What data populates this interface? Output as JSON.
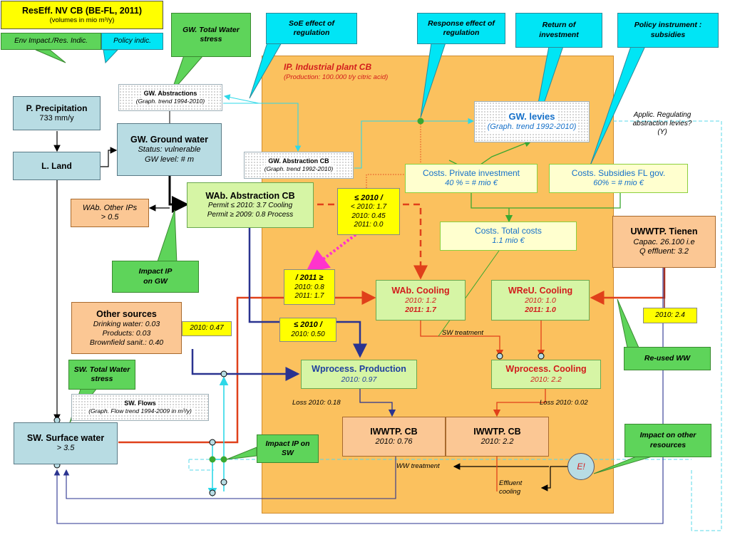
{
  "title": {
    "main": "ResEff. NV CB (BE-FL, 2011)",
    "sub": "(volumes in mio m³/y)"
  },
  "legend": {
    "env": "Env Impact./Res. Indic.",
    "policy": "Policy indic."
  },
  "plant": {
    "title": "IP. Industrial plant CB",
    "sub": "(Production: 100.000 t/y citric acid)"
  },
  "callouts": {
    "gw_stress": "GW. Total Water stress",
    "soe": "SoE effect of regulation",
    "response": "Response effect of regulation",
    "return": "Return of investment",
    "policy": "Policy instrument : subsidies",
    "sw_stress": "SW. Total Water stress",
    "impact_gw": "Impact IP on GW",
    "impact_sw": "Impact IP on SW",
    "reused": "Re-used WW",
    "impact_other": "Impact on other resources"
  },
  "precip": {
    "title": "P. Precipitation",
    "value": "733 mm/y"
  },
  "land": {
    "title": "L. Land"
  },
  "gw": {
    "title": "GW. Ground water",
    "status": "Status: vulnerable",
    "level": "GW level: # m"
  },
  "gw_abstractions": {
    "title": "GW. Abstractions",
    "sub": "(Graph. trend 1994-2010)"
  },
  "gw_abstraction_cb": {
    "title": "GW. Abstraction CB",
    "sub": "(Graph. trend 1992-2010)"
  },
  "gw_levies": {
    "title": "GW. levies",
    "sub": "(Graph. trend 1992-2010)"
  },
  "applic": {
    "line1": "Applic. Regulating",
    "line2": "abstraction levies?",
    "line3": "(Y)"
  },
  "costs_private": {
    "title": "Costs. Private investment",
    "value": "40 % = # mio €"
  },
  "costs_subsidies": {
    "title": "Costs. Subsidies FL gov.",
    "value": "60% = # mio €"
  },
  "costs_total": {
    "title": "Costs. Total costs",
    "value": "1.1 mio €"
  },
  "wab_cb": {
    "title": "WAb. Abstraction CB",
    "line1": "Permit ≤ 2010: 3.7 Cooling",
    "line2": "Permit ≥ 2009: 0.8 Process"
  },
  "wab_other": {
    "title": "WAb. Other IPs",
    "value": "> 0.5"
  },
  "ylabel_2010": {
    "head": "≤ 2010 /",
    "l1": "<  2010: 1.7",
    "l2": "2010: 0.45",
    "l3": "2011: 0.0"
  },
  "ylabel_2011": {
    "head": "/ 2011 ≥",
    "l1": "2010: 0.8",
    "l2": "2011: 1.7"
  },
  "ylabel_proc": {
    "head": "≤ 2010 /",
    "l1": "2010: 0.50"
  },
  "ylabel_047": {
    "text": "2010: 0.47"
  },
  "ylabel_24": {
    "text": "2010: 2.4"
  },
  "wab_cooling": {
    "title": "WAb. Cooling",
    "l1": "2010: 1.2",
    "l2": "2011: 1.7"
  },
  "wreu_cooling": {
    "title": "WReU. Cooling",
    "l1": "2010: 1.0",
    "l2": "2011: 1.0"
  },
  "uwwtp": {
    "title": "UWWTP. Tienen",
    "l1": "Capac. 26.100 i.e",
    "l2": "Q effluent: 3.2"
  },
  "other_sources": {
    "title": "Other sources",
    "l1": "Drinking water: 0.03",
    "l2": "Products: 0.03",
    "l3": "Brownfield sanit.: 0.40"
  },
  "wprocess_prod": {
    "title": "Wprocess. Production",
    "value": "2010: 0.97"
  },
  "wprocess_cool": {
    "title": "Wprocess. Cooling",
    "value": "2010: 2.2"
  },
  "sw_treatment": "SW treatment",
  "loss1": "Loss 2010: 0.18",
  "loss2": "Loss 2010: 0.02",
  "iwwtp1": {
    "title": "IWWTP. CB",
    "value": "2010: 0.76"
  },
  "iwwtp2": {
    "title": "IWWTP. CB",
    "value": "2010: 2.2"
  },
  "ww_treatment": "WW treatment",
  "effluent": {
    "l1": "Effluent",
    "l2": "cooling"
  },
  "energy": "E!",
  "sw_flows": {
    "title": "SW. Flows",
    "sub": "(Graph. Flow trend 1994-2009 in m³/y)"
  },
  "sw": {
    "title": "SW. Surface water",
    "value": "> 3.5"
  }
}
